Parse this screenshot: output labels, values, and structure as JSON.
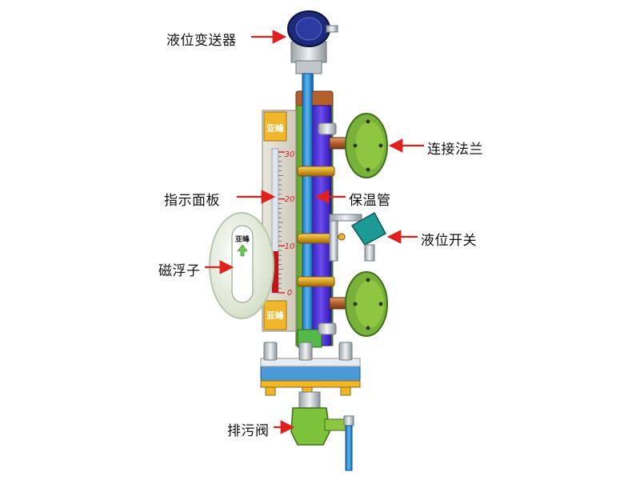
{
  "labels": {
    "transmitter": "液位变送器",
    "flange": "连接法兰",
    "indicator_panel": "指示面板",
    "insulation_pipe": "保温管",
    "level_switch": "液位开关",
    "magnetic_float": "磁浮子",
    "drain_valve": "排污阀"
  },
  "panel": {
    "brand_top": "亚峰",
    "brand_bottom": "亚峰",
    "scale": [
      "30",
      "20",
      "10",
      "0"
    ]
  },
  "float_brand": "亚峰",
  "colors": {
    "arrow": "#e0201c",
    "indicator_fill": "#c0161b",
    "panel_yellow": "#f2b62a",
    "flange_green": "#8ec642",
    "pipe_blue": "#2f8ed8",
    "insulation_purple": "#4b2ad8"
  }
}
